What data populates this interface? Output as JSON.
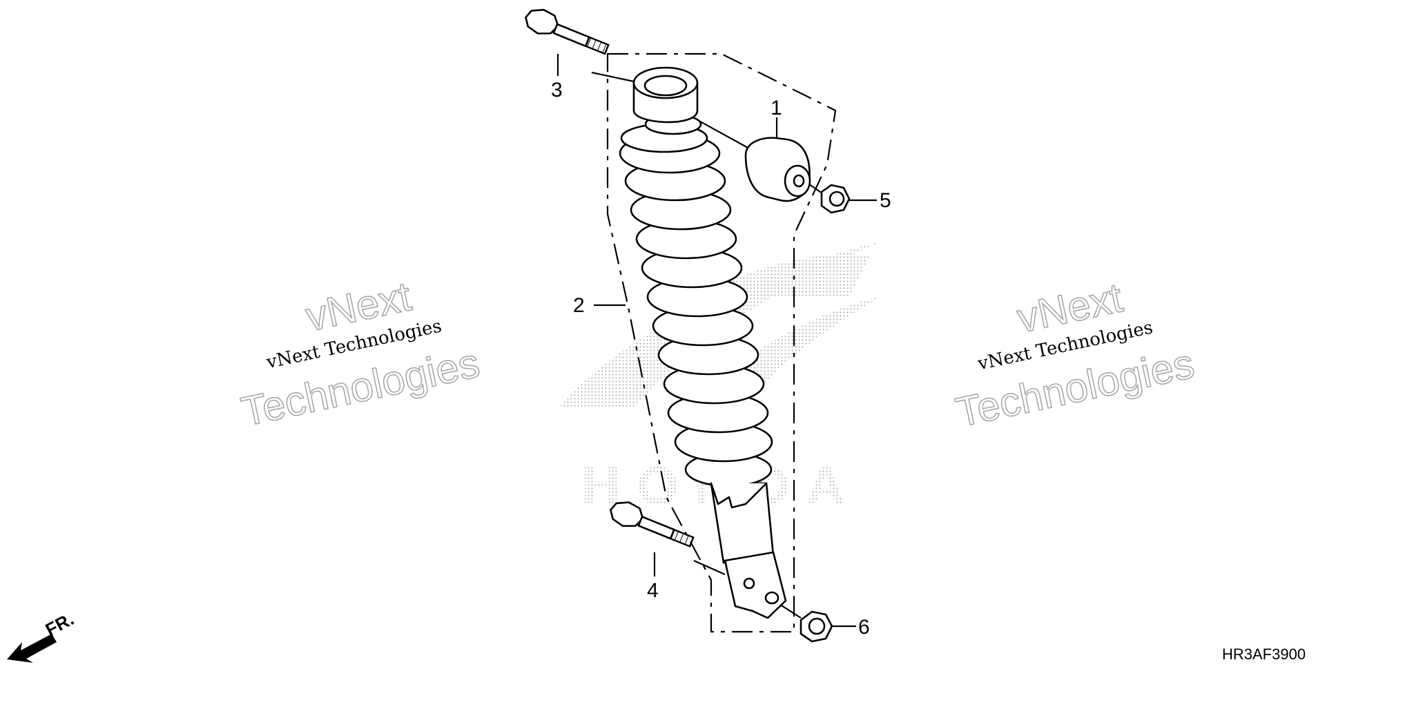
{
  "callouts": {
    "c1": "1",
    "c2": "2",
    "c3": "3",
    "c4": "4",
    "c5": "5",
    "c6": "6"
  },
  "diagram_code": "HR3AF3900",
  "front_arrow_label": "FR.",
  "watermark": {
    "left_line1": "vNext",
    "left_line2": "vNext Technologies",
    "left_line3": "Technologies",
    "right_line1": "vNext",
    "right_line2": "vNext Technologies",
    "right_line3": "Technologies"
  },
  "logo_text": "HONDA",
  "colors": {
    "line": "#000000",
    "watermark_outline": "#a8a8a8",
    "logo_dots": "#b4b4b4"
  }
}
